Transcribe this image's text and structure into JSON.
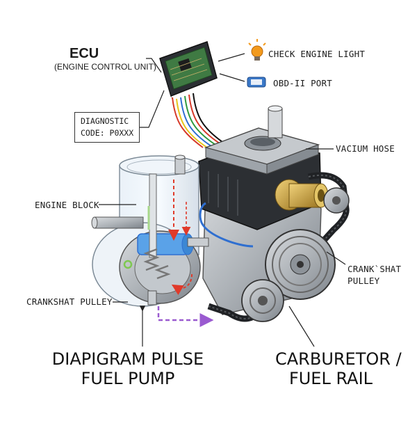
{
  "ecu": {
    "title": "ECU",
    "subtitle": "(ENGINE CONTROL UNIT)"
  },
  "diagnostic": {
    "line1": "DIAGNOSTIC",
    "line2": "CODE: P0XXX"
  },
  "labels": {
    "check_engine": "CHECK ENGINE LIGHT",
    "obd_port": "OBD-II PORT",
    "vacuum_hose": "VACIUM HOSE",
    "engine_block": "ENGINE BLOCK",
    "crank_pulley_right": "CRANK`SHAT PULLEY",
    "crank_pulley_left": "CRANKSHAT PULLEY"
  },
  "titles": {
    "pump_line1": "DIAPIGRAM PULSE",
    "pump_line2": "FUEL PUMP",
    "carb_line1": "CARBURETOR /",
    "carb_line2": "FUEL RAIL"
  },
  "colors": {
    "bulb": "#f39a1c",
    "port": "#3a78c8",
    "pcb": "#3f7a43",
    "wire_red": "#d63a2a",
    "wire_yellow": "#e7c51a",
    "wire_blue": "#2f6fd0",
    "wire_green": "#2f9a3e",
    "brass": "#c29a33",
    "fuel_flow": "#9a5ad0",
    "arrow_red": "#e03a2a"
  }
}
